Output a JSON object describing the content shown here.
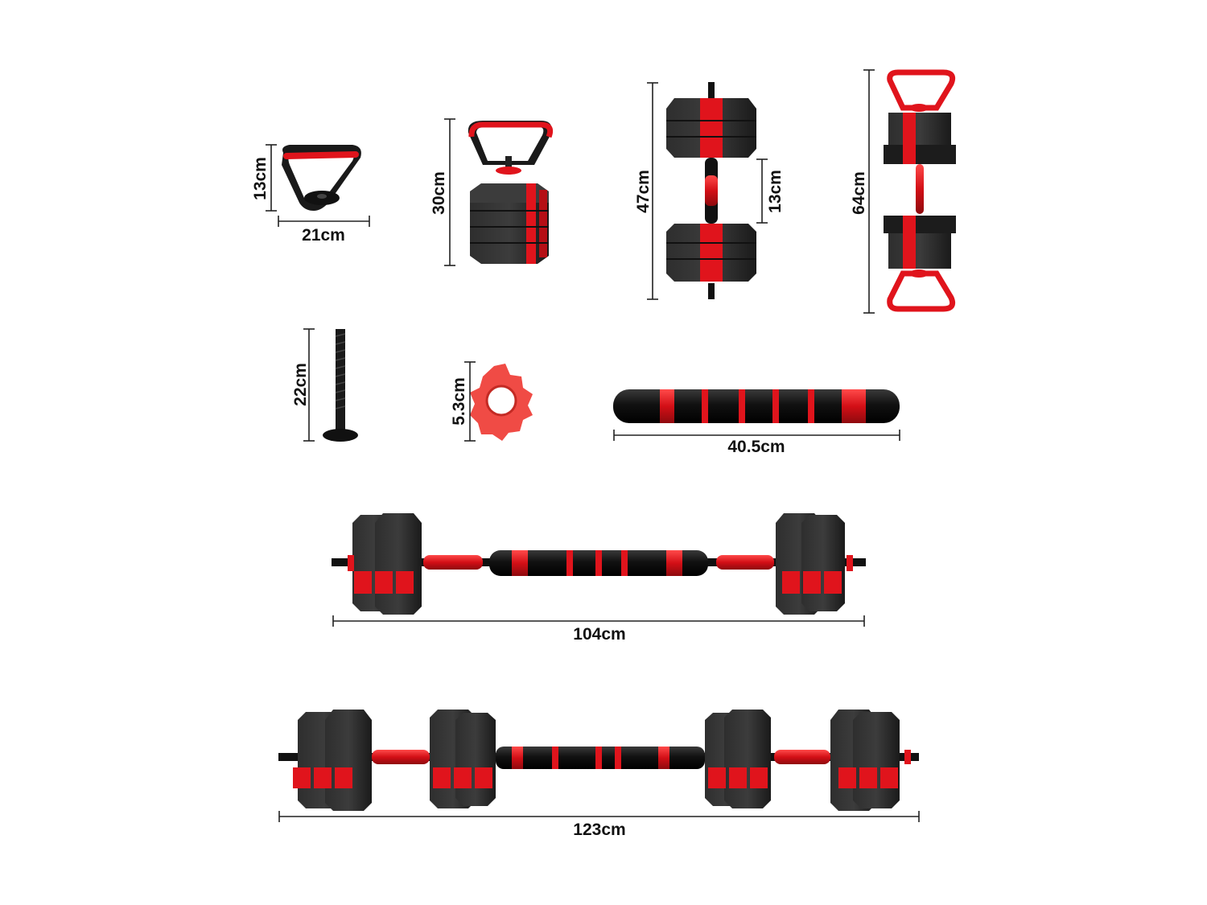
{
  "dimensions": {
    "handle_width": "21cm",
    "handle_height": "13cm",
    "kettlebell_height": "30cm",
    "dumbbell_height": "47cm",
    "dumbbell_grip": "13cm",
    "double_kettlebell_height": "64cm",
    "connector_length": "22cm",
    "nut_diameter": "5.3cm",
    "extension_bar_length": "40.5cm",
    "barbell_length": "104cm",
    "long_barbell_length": "123cm"
  },
  "colors": {
    "accent_red": "#e0141c",
    "plate_black": "#1c1c1c",
    "plate_gray": "#3a3a3a",
    "line": "#222222"
  }
}
